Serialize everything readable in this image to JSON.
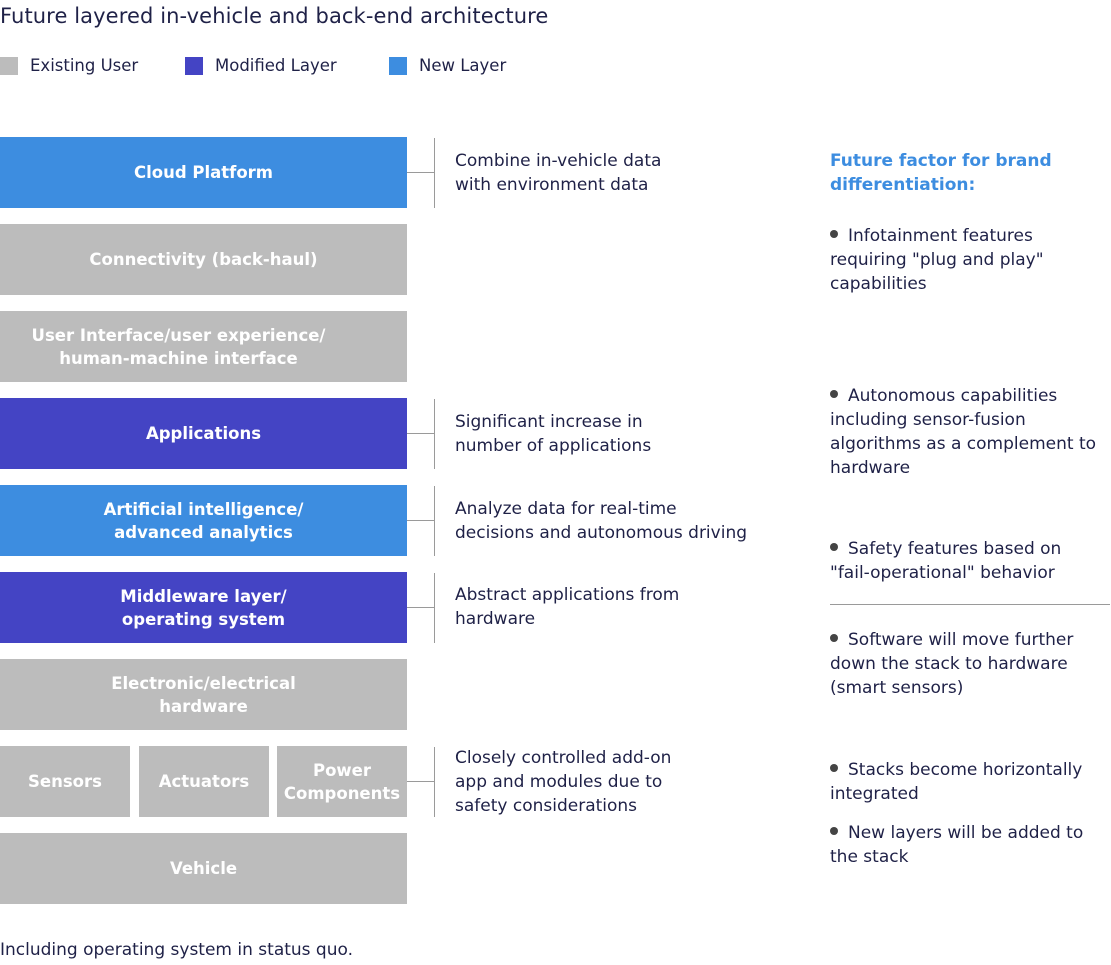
{
  "title": "Future layered in-vehicle and back-end architecture",
  "legend": [
    {
      "label": "Existing User",
      "color": "#bcbcbc"
    },
    {
      "label": "Modified Layer",
      "color": "#4444c4"
    },
    {
      "label": "New Layer",
      "color": "#3d8de0"
    }
  ],
  "layers": {
    "cloud": "Cloud Platform",
    "connectivity": "Connectivity (back-haul)",
    "ui_line1": "User Interface/user experience/",
    "ui_line2": "human-machine interface",
    "applications": "Applications",
    "ai_line1": "Artificial intelligence/",
    "ai_line2": "advanced analytics",
    "middleware_line1": "Middleware layer/",
    "middleware_line2": "operating system",
    "ee_line1": "Electronic/electrical",
    "ee_line2": "hardware",
    "sensors": "Sensors",
    "actuators": "Actuators",
    "power_line1": "Power",
    "power_line2": "Components",
    "vehicle": "Vehicle"
  },
  "descriptions": {
    "cloud": "Combine in-vehicle data\nwith environment data",
    "applications": "Significant increase in\nnumber of applications",
    "ai": "Analyze data for real-time\ndecisions and autonomous driving",
    "middleware": "Abstract applications from\nhardware",
    "sensors": "Closely controlled add-on\napp and modules due to\nsafety considerations"
  },
  "sidebar": {
    "title": "Future factor for brand differentiation:",
    "bullets": [
      "Infotainment features requiring \"plug and play\" capabilities",
      "Autonomous capabilities including sensor-fusion algorithms as a complement to hardware",
      "Safety features based on \"fail-operational\" behavior",
      "Software will move further down the stack to hardware (smart sensors)",
      "Stacks become horizontally integrated",
      "New layers will be added to the stack"
    ]
  },
  "footnote": "Including operating system in status quo."
}
